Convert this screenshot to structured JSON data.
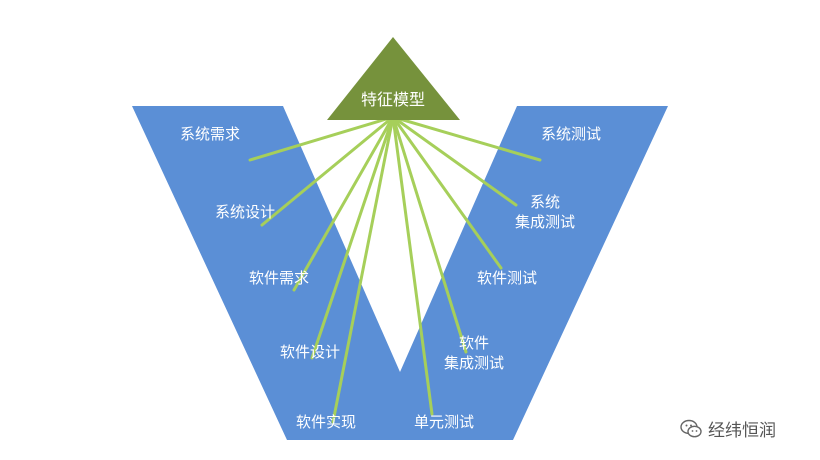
{
  "apex": {
    "label": "特征模型"
  },
  "left_arm": [
    {
      "id": "sys-req",
      "lines": [
        "系统需求"
      ]
    },
    {
      "id": "sys-design",
      "lines": [
        "系统设计"
      ]
    },
    {
      "id": "sw-req",
      "lines": [
        "软件需求"
      ]
    },
    {
      "id": "sw-design",
      "lines": [
        "软件设计"
      ]
    },
    {
      "id": "sw-impl",
      "lines": [
        "软件实现"
      ]
    }
  ],
  "right_arm": [
    {
      "id": "sys-test",
      "lines": [
        "系统测试"
      ]
    },
    {
      "id": "sys-integ",
      "lines": [
        "系统",
        "集成测试"
      ]
    },
    {
      "id": "sw-test",
      "lines": [
        "软件测试"
      ]
    },
    {
      "id": "sw-integ",
      "lines": [
        "软件",
        "集成测试"
      ]
    },
    {
      "id": "unit-test",
      "lines": [
        "单元测试"
      ]
    }
  ],
  "watermark": {
    "text": "经纬恒润",
    "icon": "wechat-logo-icon"
  },
  "colors": {
    "v_shape": "#5b8fd6",
    "apex": "#76923c",
    "rays": "#a6cf5a",
    "text": "#ffffff"
  }
}
